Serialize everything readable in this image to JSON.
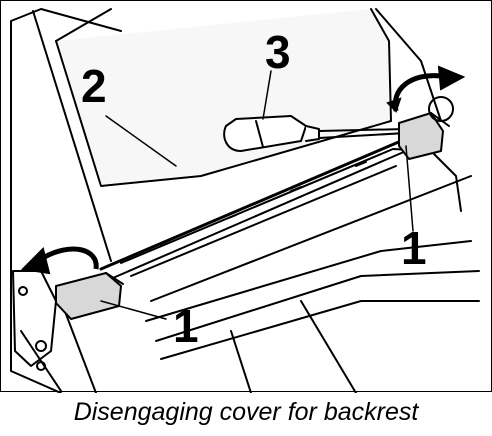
{
  "figure": {
    "callouts": {
      "cover": "2",
      "screwdriver": "3",
      "clip_right": "1",
      "clip_left": "1"
    }
  },
  "caption": "Disengaging cover for backrest"
}
